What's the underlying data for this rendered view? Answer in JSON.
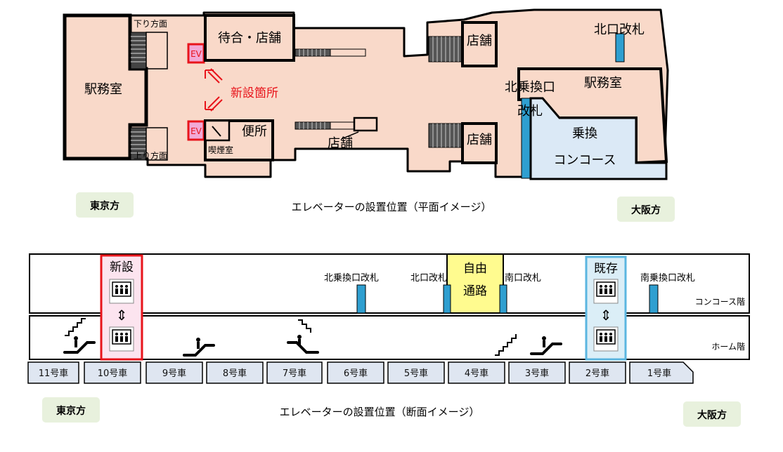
{
  "colors": {
    "floor": "#f9d9c9",
    "concourse_blue": "#dbe9f6",
    "gate_blue": "#2f9fd0",
    "new_red": "#e8141b",
    "new_pink": "#f2a9d6",
    "existing_blue": "#5bb6e0",
    "free_passage_yellow": "#fffb8f",
    "direction_bg": "#e8f1dd",
    "car_bg": "#dfe6f1"
  },
  "plan": {
    "caption": "エレベーターの設置位置（平面イメージ）",
    "west_direction": "東京方",
    "east_direction": "大阪方",
    "rooms": {
      "station_office_west": "駅務室",
      "waiting_shop": "待合・店舗",
      "shop_ne": "店舗",
      "shop_se": "店舗",
      "shop_center": "店舗",
      "toilet": "便所",
      "smoking": "喫煙室",
      "station_office_east": "駅務室",
      "transfer_line1": "乗換",
      "transfer_line2": "コンコース"
    },
    "stairs": {
      "down": "下り方面",
      "up": "上り方面"
    },
    "ev_label": "EV",
    "new_site_label": "新設箇所",
    "gates": {
      "north": "北口改札",
      "north_transfer_line1": "北乗換口",
      "north_transfer_line2": "改札"
    }
  },
  "section": {
    "caption": "エレベーターの設置位置（断面イメージ）",
    "west_direction": "東京方",
    "east_direction": "大阪方",
    "new_label": "新設",
    "existing_label": "既存",
    "free_passage_line1": "自由",
    "free_passage_line2": "通路",
    "concourse_floor": "コンコース階",
    "platform_floor": "ホーム階",
    "gates": [
      "北乗換口改札",
      "北口改札",
      "南口改札",
      "南乗換口改札"
    ],
    "cars": [
      "11号車",
      "10号車",
      "9号車",
      "8号車",
      "7号車",
      "6号車",
      "5号車",
      "4号車",
      "3号車",
      "2号車",
      "1号車"
    ],
    "arrow_glyph": "⇕"
  }
}
